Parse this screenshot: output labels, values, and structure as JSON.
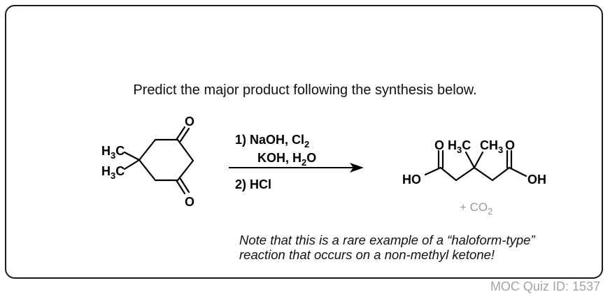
{
  "prompt": "Predict the major product following the synthesis below.",
  "reactant": {
    "methyl_1": "H3C",
    "methyl_2": "H3C",
    "carbonyl_top": "O",
    "carbonyl_bottom": "O"
  },
  "reagents": {
    "step1_line1": "1) NaOH, Cl2",
    "step1_line2": "KOH, H2O",
    "step2": "2) HCl"
  },
  "product": {
    "oxygen_left": "O",
    "oxygen_right": "O",
    "methyl_left": "H3C",
    "methyl_right": "CH3",
    "hydroxyl_left": "HO",
    "hydroxyl_right": "OH"
  },
  "byproduct": "+ CO2",
  "note_line1": "Note that this is a rare example of a “haloform-type”",
  "note_line2": "reaction that occurs on a non-methyl ketone!",
  "quiz_id": "MOC Quiz ID: 1537"
}
